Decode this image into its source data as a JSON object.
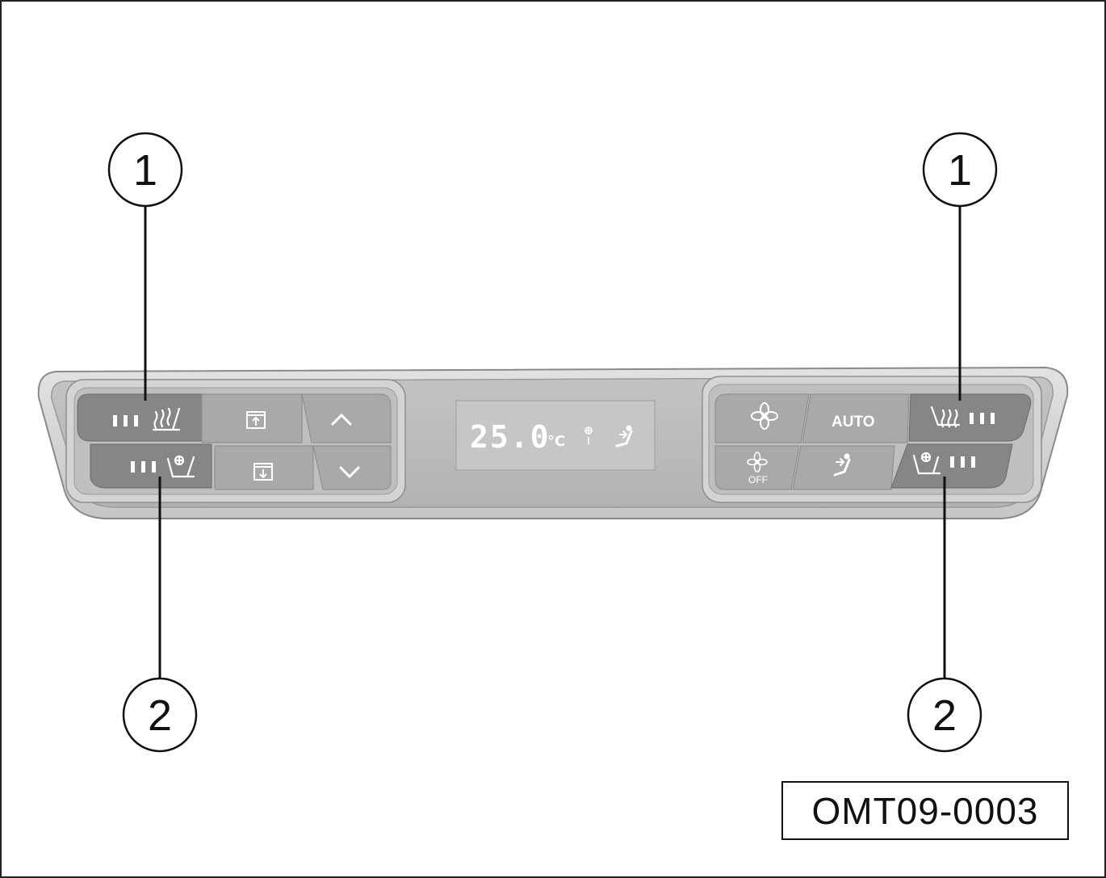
{
  "callouts": {
    "left_top": "1",
    "left_bottom": "2",
    "right_top": "1",
    "right_bottom": "2"
  },
  "figure_code": "OMT09-0003",
  "display": {
    "temperature": "25.0",
    "unit": "°C"
  },
  "buttons": {
    "auto_label": "AUTO",
    "fan_off_label": "OFF"
  },
  "icons": {
    "left_heated_seat": "heated-seat-icon",
    "left_ventilated_seat": "ventilated-seat-icon",
    "defrost_up": "defrost-up-icon",
    "defrost_down": "defrost-down-icon",
    "temp_up": "chevron-up-icon",
    "temp_down": "chevron-down-icon",
    "fan": "fan-icon",
    "fan_off": "fan-off-icon",
    "air_direction": "air-direction-icon",
    "right_heated_seat": "heated-seat-icon",
    "right_ventilated_seat": "ventilated-seat-icon"
  },
  "colors": {
    "panel_outer": "#cfcfcf",
    "panel_inner": "#b9b9b9",
    "button_light": "#a7a7a7",
    "button_dark": "#858585",
    "display_bg": "#c4c4c4",
    "icon_white": "#ffffff",
    "line": "#111111"
  }
}
